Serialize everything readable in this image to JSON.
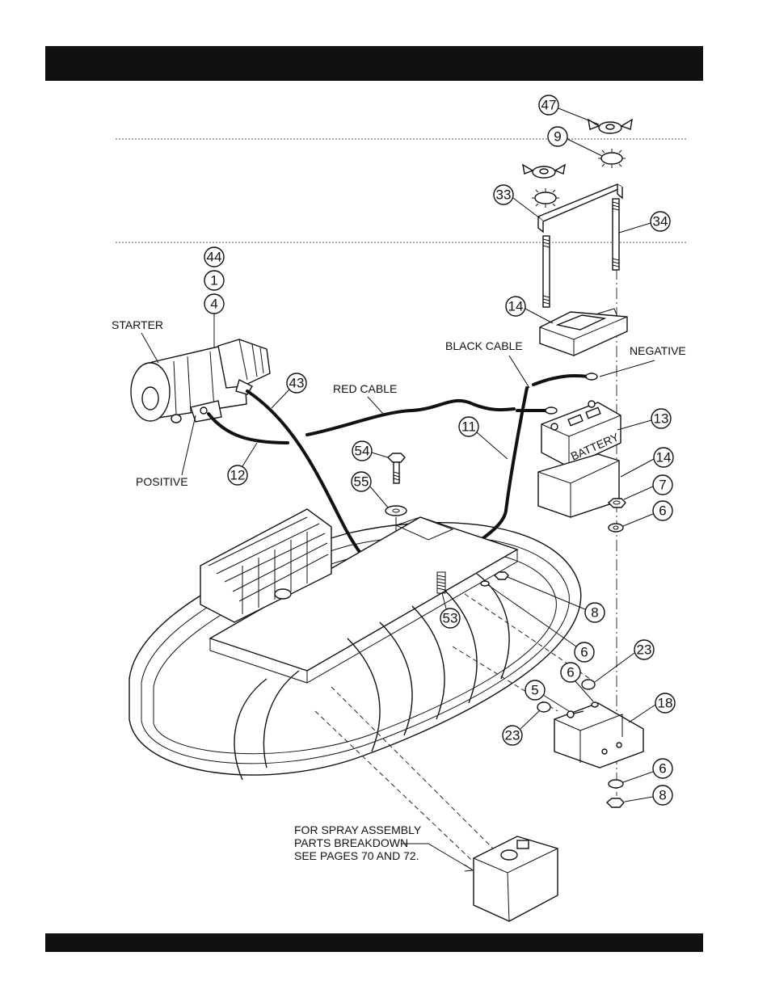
{
  "labels": {
    "starter": "STARTER",
    "positive": "POSITIVE",
    "red_cable": "RED CABLE",
    "black_cable": "BLACK CABLE",
    "negative": "NEGATIVE",
    "battery": "BATTERY",
    "spray_line1": "FOR SPRAY ASSEMBLY",
    "spray_line2": "PARTS BREAKDOWN",
    "spray_line3": "SEE PAGES 70 AND 72."
  },
  "callouts": {
    "c47": "47",
    "c9": "9",
    "c33": "33",
    "c34": "34",
    "c44": "44",
    "c1": "1",
    "c4": "4",
    "c14a": "14",
    "c43": "43",
    "c11": "11",
    "c13": "13",
    "c14b": "14",
    "c7": "7",
    "c6a": "6",
    "c54": "54",
    "c55": "55",
    "c12": "12",
    "c8a": "8",
    "c53": "53",
    "c6b": "6",
    "c23a": "23",
    "c6c": "6",
    "c5": "5",
    "c18": "18",
    "c23b": "23",
    "c6d": "6",
    "c8b": "8"
  }
}
